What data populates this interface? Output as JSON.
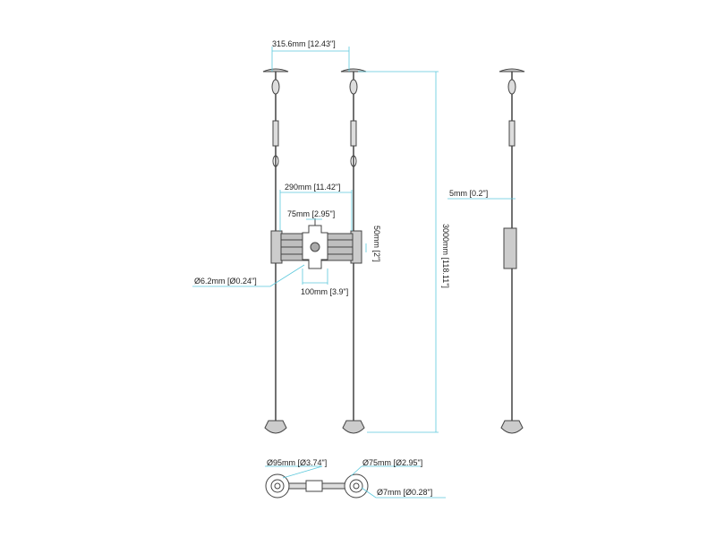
{
  "colors": {
    "dimension": "#5bc8dc",
    "line": "#444444",
    "fill": "#bfbfbf"
  },
  "front_view": {
    "pole_spacing": "315.6mm [12.43\"]",
    "crossbar_width": "290mm [11.42\"]",
    "vesa_small": "75mm [2.95\"]",
    "vesa_vertical": "50mm [2\"]",
    "vesa_large": "100mm [3.9\"]",
    "hole_diameter": "Ø6.2mm [Ø0.24\"]",
    "height": "3000mm [118.11\"]"
  },
  "side_view": {
    "offset": "5mm [0.2\"]"
  },
  "bottom_view": {
    "plate_diameter": "Ø95mm [Ø3.74\"]",
    "inner_diameter": "Ø75mm [Ø2.95\"]",
    "screw_diameter": "Ø7mm [Ø0.28\"]"
  }
}
